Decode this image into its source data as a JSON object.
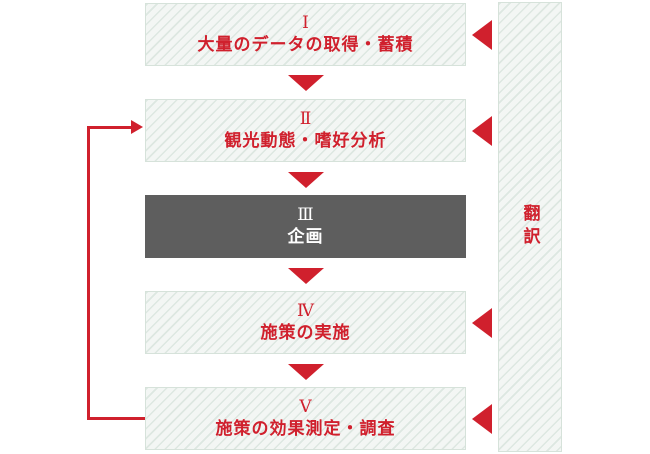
{
  "steps": [
    {
      "numeral": "Ⅰ",
      "label": "大量のデータの取得・蓄積"
    },
    {
      "numeral": "Ⅱ",
      "label": "観光動態・嗜好分析"
    },
    {
      "numeral": "Ⅲ",
      "label": "企画"
    },
    {
      "numeral": "Ⅳ",
      "label": "施策の実施"
    },
    {
      "numeral": "Ⅴ",
      "label": "施策の効果測定・調査"
    }
  ],
  "side_panel": {
    "label": "翻訳"
  },
  "colors": {
    "accent": "#d0202d",
    "dark_box": "#5e5e5e",
    "hatch_bg": "#f3f6f4"
  }
}
